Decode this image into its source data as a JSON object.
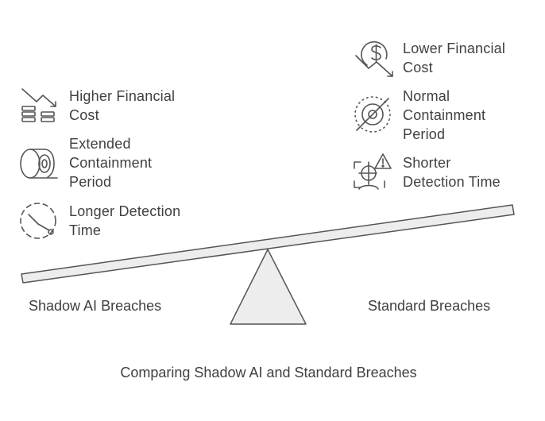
{
  "caption": "Comparing Shadow AI and Standard Breaches",
  "left_side": {
    "label": "Shadow AI Breaches",
    "items": [
      {
        "icon": "trending-down-coins-icon",
        "lines": [
          "Higher Financial",
          "Cost"
        ]
      },
      {
        "icon": "tape-roll-icon",
        "lines": [
          "Extended",
          "Containment",
          "Period"
        ]
      },
      {
        "icon": "dashed-clock-icon",
        "lines": [
          "Longer Detection",
          "Time"
        ]
      }
    ]
  },
  "right_side": {
    "label": "Standard Breaches",
    "items": [
      {
        "icon": "dollar-trend-down-icon",
        "lines": [
          "Lower Financial",
          "Cost"
        ]
      },
      {
        "icon": "no-eye-dotted-icon",
        "lines": [
          "Normal",
          "Containment",
          "Period"
        ]
      },
      {
        "icon": "alert-scan-icon",
        "lines": [
          "Shorter",
          "Detection Time"
        ]
      }
    ]
  },
  "colors": {
    "stroke": "#555555",
    "fill": "#ededed",
    "text": "#404040"
  }
}
